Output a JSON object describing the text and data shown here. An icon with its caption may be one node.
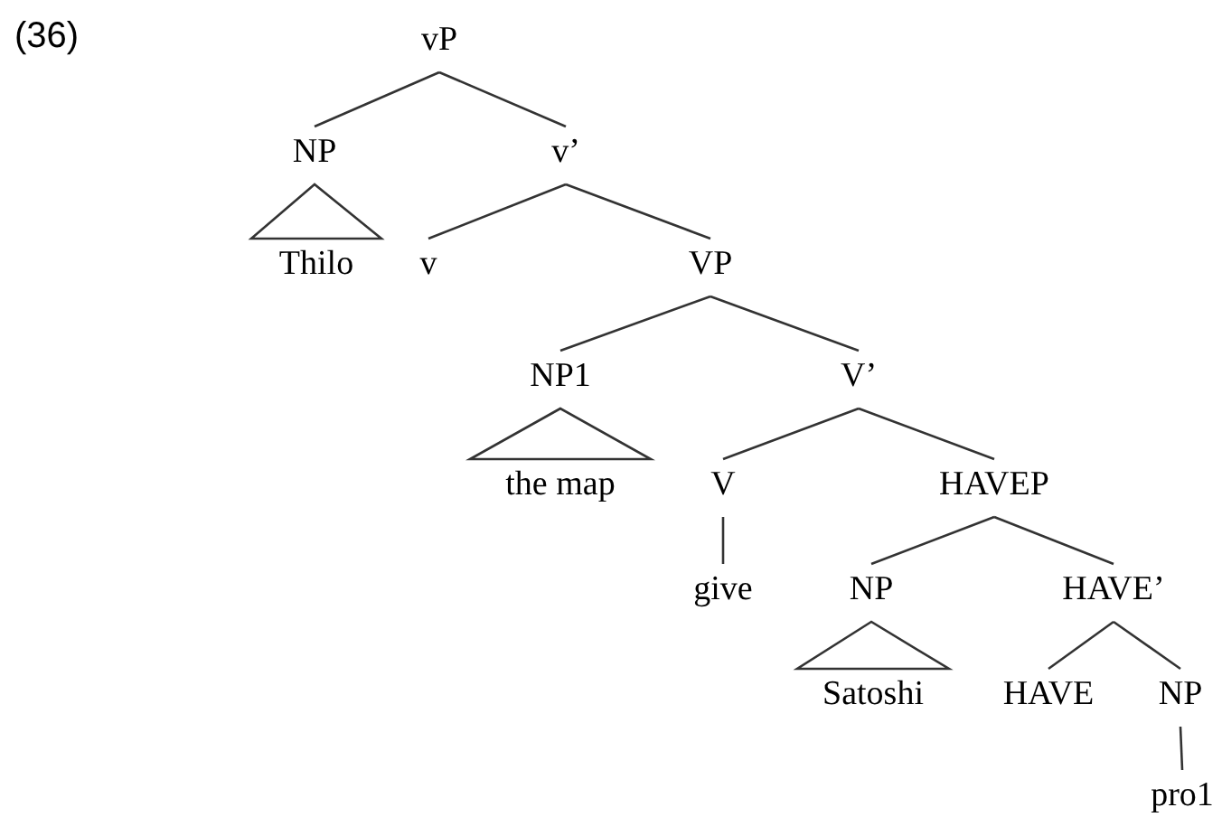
{
  "diagram": {
    "nodes": [
      {
        "text": [
          "vP"
        ]
      },
      {
        "text": [
          "NP"
        ]
      },
      {
        "text": [
          "v’"
        ]
      },
      {
        "text": [
          "Thilo"
        ]
      },
      {
        "text": [
          "v"
        ]
      },
      {
        "text": [
          "VP"
        ]
      },
      {
        "text": [
          "NP1"
        ]
      },
      {
        "text": [
          "V’"
        ]
      },
      {
        "text": [
          "the map"
        ]
      },
      {
        "text": [
          "V"
        ]
      },
      {
        "text": [
          "HAVEP"
        ]
      },
      {
        "text": [
          "give"
        ]
      },
      {
        "text": [
          "NP"
        ]
      },
      {
        "text": [
          "HAVE’"
        ]
      },
      {
        "text": [
          "Satoshi"
        ]
      },
      {
        "text": [
          "HAVE"
        ]
      },
      {
        "text": [
          "NP"
        ]
      },
      {
        "text": [
          "pro1"
        ]
      }
    ],
    "edges": [
      {
        "from": 0,
        "to": 1,
        "arrow": "none"
      },
      {
        "from": 0,
        "to": 2,
        "arrow": "none"
      },
      {
        "from": 1,
        "to": 3,
        "arrow": "none"
      },
      {
        "from": 2,
        "to": 4,
        "arrow": "none"
      },
      {
        "from": 2,
        "to": 5,
        "arrow": "none"
      },
      {
        "from": 5,
        "to": 6,
        "arrow": "none"
      },
      {
        "from": 5,
        "to": 7,
        "arrow": "none"
      },
      {
        "from": 6,
        "to": 8,
        "arrow": "none"
      },
      {
        "from": 7,
        "to": 9,
        "arrow": "none"
      },
      {
        "from": 7,
        "to": 10,
        "arrow": "none"
      },
      {
        "from": 9,
        "to": 11,
        "arrow": "none"
      },
      {
        "from": 10,
        "to": 12,
        "arrow": "none"
      },
      {
        "from": 10,
        "to": 13,
        "arrow": "none"
      },
      {
        "from": 12,
        "to": 14,
        "arrow": "none"
      },
      {
        "from": 13,
        "to": 15,
        "arrow": "none"
      },
      {
        "from": 13,
        "to": 16,
        "arrow": "none"
      },
      {
        "from": 16,
        "to": 17,
        "arrow": "none"
      }
    ],
    "labels": [
      "(36)"
    ]
  }
}
